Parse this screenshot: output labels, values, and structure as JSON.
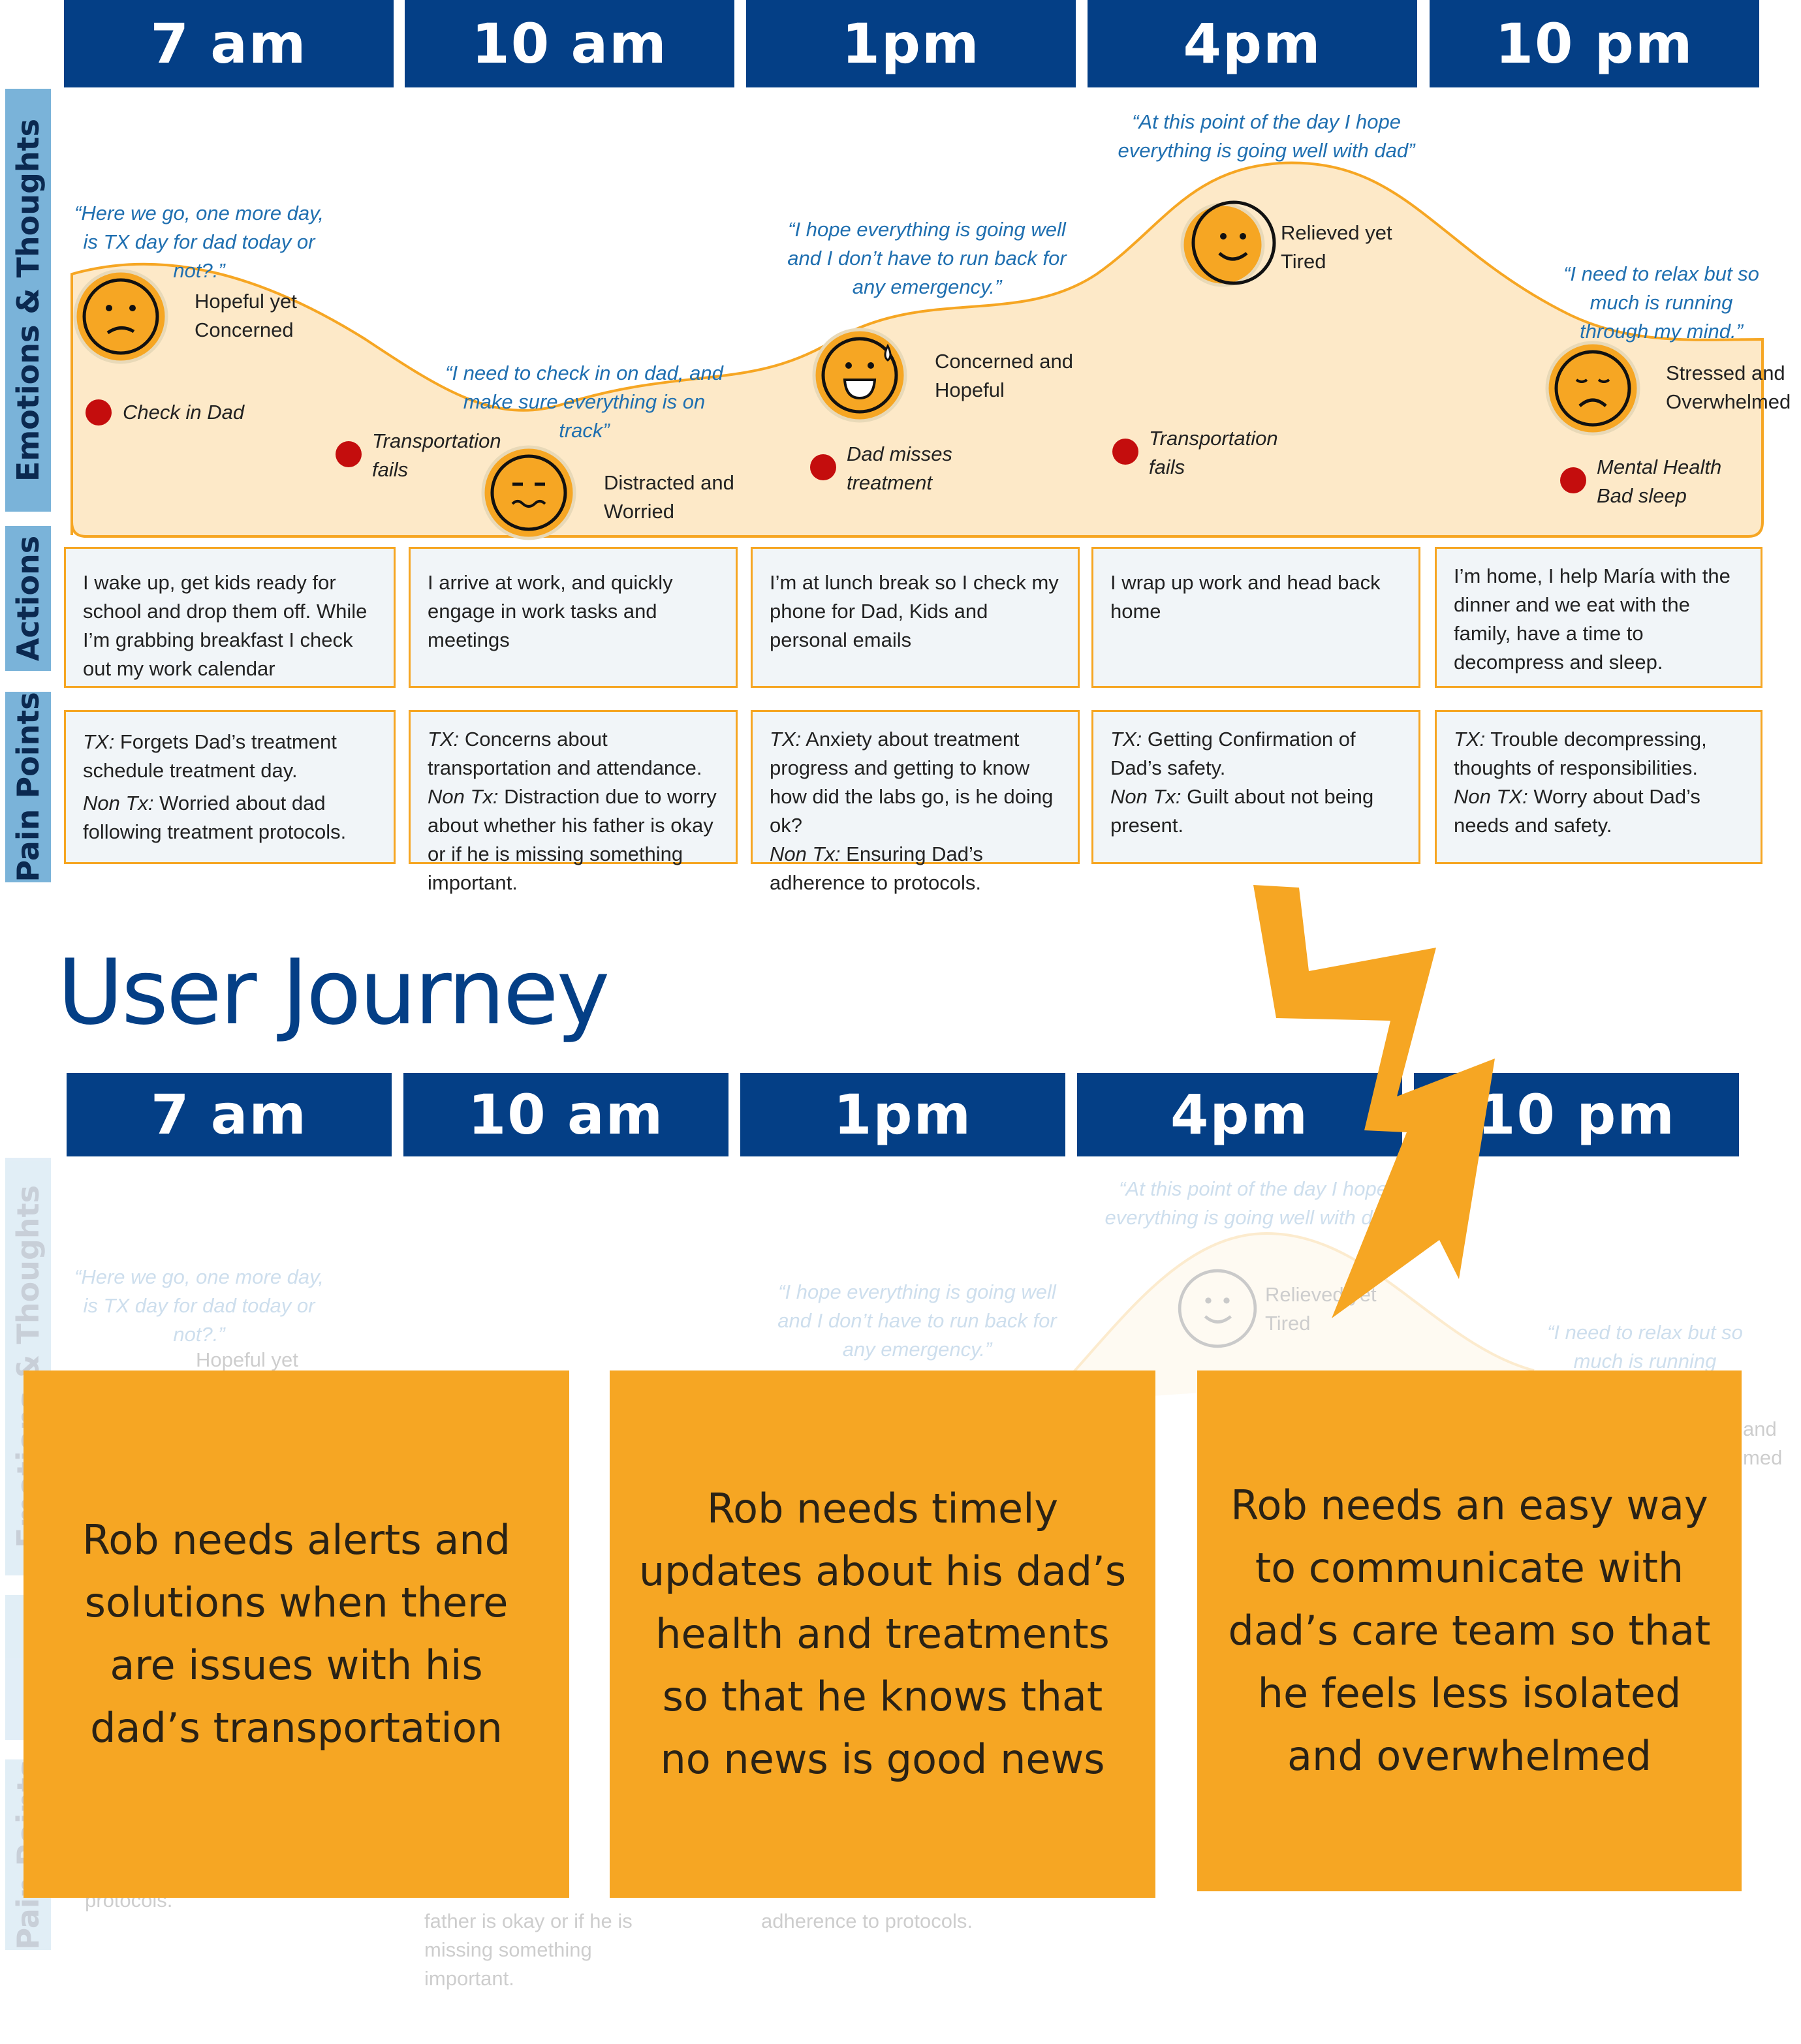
{
  "times": [
    "7 am",
    "10 am",
    "1pm",
    "4pm",
    "10 pm"
  ],
  "rows": {
    "emotions": "Emotions & Thoughts",
    "actions": "Actions",
    "pain": "Pain Points"
  },
  "emotions": [
    {
      "quote": "“Here we go, one more day, is TX day for dad today or not?.”",
      "label": "Hopeful yet Concerned",
      "face": "worried-face-icon"
    },
    {
      "quote": "“I need to check in on dad, and make sure everything is on track”",
      "label": "Distracted and Worried",
      "face": "grimace-face-icon"
    },
    {
      "quote": "“I hope everything is going well and I don’t have to run back for any emergency.”",
      "label": "Concerned and Hopeful",
      "face": "sweat-smile-face-icon"
    },
    {
      "quote": "“At this point of the day I hope everything is going well with dad”",
      "label": "Relieved yet Tired",
      "face": "smile-face-icon"
    },
    {
      "quote": "“I need to relax but so much is running through my mind.”",
      "label": "Stressed and Overwhelmed",
      "face": "sad-face-icon"
    }
  ],
  "pain_markers": [
    {
      "text": "Check in Dad"
    },
    {
      "text": "Transportation fails"
    },
    {
      "text": "Dad misses treatment"
    },
    {
      "text": "Transportation fails"
    },
    {
      "text": "Mental Health Bad sleep"
    }
  ],
  "actions": [
    "I wake up, get kids ready for school and drop them off. While I’m grabbing breakfast I check out my work calendar",
    "I arrive at work, and quickly engage in work tasks and meetings",
    "I’m at lunch break so I check my phone for Dad, Kids and personal emails",
    "I wrap up work and head back home",
    "I’m home, I help María with the dinner and we eat with the family, have a time to decompress and sleep."
  ],
  "pain_points": [
    {
      "tx_label": "TX:",
      "tx": "Forgets Dad’s treatment schedule treatment day.",
      "non_label": "Non Tx:",
      "non": "Worried about dad following treatment protocols."
    },
    {
      "tx_label": "TX:",
      "tx": "Concerns about transportation and attendance.",
      "non_label": "Non Tx:",
      "non": "Distraction due to worry about whether his father is okay or if he is missing something important."
    },
    {
      "tx_label": "TX:",
      "tx": "Anxiety about treatment progress and getting to know how did the labs go, is he doing ok?",
      "non_label": "Non Tx:",
      "non": "Ensuring Dad’s adherence to protocols."
    },
    {
      "tx_label": "TX:",
      "tx": "Getting Confirmation of Dad’s safety.",
      "non_label": "Non Tx:",
      "non": "Guilt about not being present."
    },
    {
      "tx_label": "TX:",
      "tx": "Trouble decompressing, thoughts of responsibilities.",
      "non_label": "Non TX:",
      "non": "Worry about Dad’s needs and safety."
    }
  ],
  "section_title": "User Journey",
  "needs": [
    "Rob needs alerts and solutions when there are issues with his dad’s transportation",
    "Rob needs timely updates about his dad’s health and treatments so that he knows that no news is good news",
    "Rob needs an easy way to communicate with dad’s care team so that he feels less isolated and overwhelmed"
  ],
  "faded_copy": {
    "quote_1": "“Here we go, one more day, is TX day for dad today or not?.”",
    "label_1": "Hopeful yet",
    "quote_3": "“I hope everything is going well and I don’t have to run back for any emergency.”",
    "quote_4": "“At this point of the day I hope everything is going well with dad”",
    "label_4": "Relieved yet Tired",
    "quote_5": "“I need to relax but so much is running",
    "label_5": "and med",
    "pain_1": "protocols.",
    "pain_2": "father is okay or if he is missing something important.",
    "pain_3": "adherence to protocols."
  },
  "colors": {
    "header_blue": "#043f86",
    "side_blue": "#7ab3d9",
    "accent_orange": "#f6a623",
    "quote_blue": "#1f6fb0",
    "pain_red": "#c40d0d"
  }
}
